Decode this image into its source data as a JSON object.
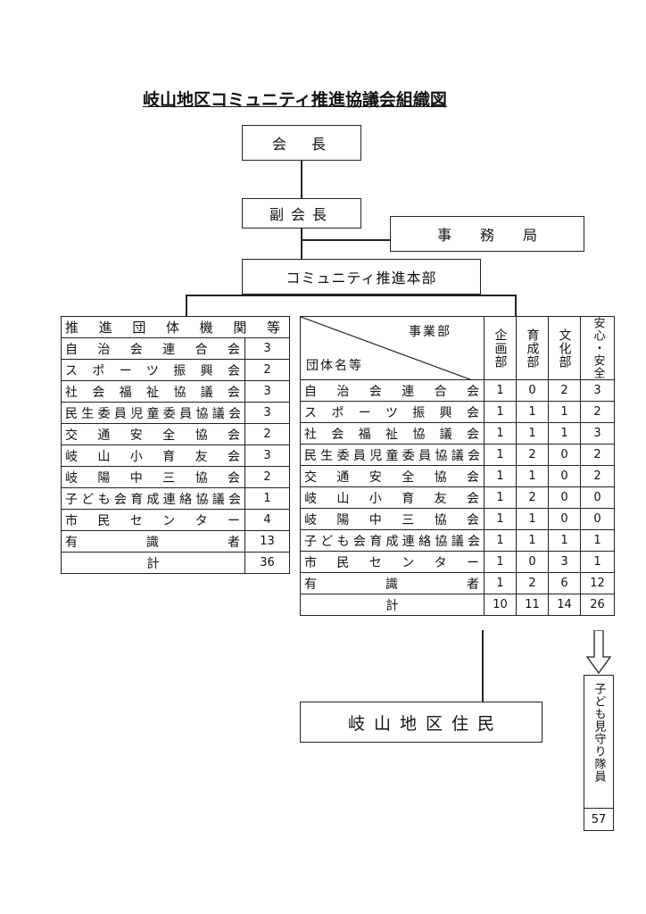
{
  "title": "岐山地区コミュニティ推進協議会組織図",
  "boxes": {
    "chairman": "会　長",
    "vice_chairman": "副会長",
    "secretariat": "事　　務　　局",
    "headquarters": "コミュニティ推進本部",
    "residents": "岐山地区住民",
    "patrol_label": "子ども見守り隊員",
    "patrol_count": "57"
  },
  "left_table": {
    "header": "推進団体機関等",
    "rows": [
      {
        "name": "自治会連合会",
        "count": "3"
      },
      {
        "name": "スポーツ振興会",
        "count": "2"
      },
      {
        "name": "社会福祉協議会",
        "count": "3"
      },
      {
        "name": "民生委員児童委員協議会",
        "count": "3"
      },
      {
        "name": "交通安全協会",
        "count": "2"
      },
      {
        "name": "岐山小育友会",
        "count": "3"
      },
      {
        "name": "岐陽中三協会",
        "count": "2"
      },
      {
        "name": "子ども会育成連絡協議会",
        "count": "1"
      },
      {
        "name": "市民センター",
        "count": "4"
      },
      {
        "name": "有識者",
        "count": "13"
      }
    ],
    "total_label": "計",
    "total": "36"
  },
  "right_table": {
    "header_top": "事業部",
    "header_bottom": "団体名等",
    "columns": [
      "企画部",
      "育成部",
      "文化部",
      "安心・安全部"
    ],
    "rows": [
      {
        "name": "自治会連合会",
        "values": [
          "1",
          "0",
          "2",
          "3"
        ]
      },
      {
        "name": "スポーツ振興会",
        "values": [
          "1",
          "1",
          "1",
          "2"
        ]
      },
      {
        "name": "社会福祉協議会",
        "values": [
          "1",
          "1",
          "1",
          "3"
        ]
      },
      {
        "name": "民生委員児童委員協議会",
        "values": [
          "1",
          "2",
          "0",
          "2"
        ]
      },
      {
        "name": "交通安全協会",
        "values": [
          "1",
          "1",
          "0",
          "2"
        ]
      },
      {
        "name": "岐山小育友会",
        "values": [
          "1",
          "2",
          "0",
          "0"
        ]
      },
      {
        "name": "岐陽中三協会",
        "values": [
          "1",
          "1",
          "0",
          "0"
        ]
      },
      {
        "name": "子ども会育成連絡協議会",
        "values": [
          "1",
          "1",
          "1",
          "1"
        ]
      },
      {
        "name": "市民センター",
        "values": [
          "1",
          "0",
          "3",
          "1"
        ]
      },
      {
        "name": "有識者",
        "values": [
          "1",
          "2",
          "6",
          "12"
        ]
      }
    ],
    "total_label": "計",
    "totals": [
      "10",
      "11",
      "14",
      "26"
    ]
  }
}
